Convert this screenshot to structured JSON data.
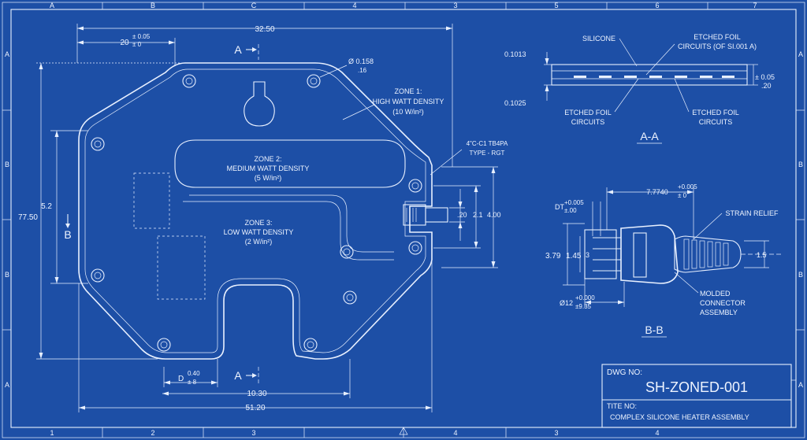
{
  "grid": {
    "columns": [
      "A",
      "B",
      "C",
      "4",
      "3",
      "5",
      "6",
      "7"
    ],
    "bottom_columns": [
      "1",
      "2",
      "3",
      "4",
      "3",
      "4"
    ],
    "rows": [
      "A",
      "B",
      "B",
      "A"
    ]
  },
  "main_view": {
    "dims": {
      "top_overall": "32.50",
      "top_offset": "20",
      "top_offset_tol_plus": "± 0.05",
      "top_offset_tol_minus": "± 0",
      "hole_dia": "Ø 0.158",
      "hole_dia_tol": ".16",
      "left_height": "5.2",
      "left_overall": "77.50",
      "bottom_d": "D",
      "bottom_d_tol_plus": "0.40",
      "bottom_d_tol_minus": "± 8",
      "bottom_mid": "10.30",
      "bottom_overall": "51.20",
      "tab_small": ".20",
      "tab_a": "2.1",
      "tab_b": "4.00"
    },
    "section_mark_a": "A",
    "section_mark_b": "B",
    "zone1": {
      "line1": "ZONE 1:",
      "line2": "HIGH WATT DENSITY",
      "line3": "(10 W/in²)"
    },
    "zone2": {
      "line1": "ZONE 2:",
      "line2": "MEDIUM WATT DENSITY",
      "line3": "(5 W/in²)"
    },
    "zone3": {
      "line1": "ZONE 3:",
      "line2": "LOW WATT DENSITY",
      "line3": "(2 W/in²)"
    },
    "callout_tab": {
      "line1": "4\"C-C1 TB4PA",
      "line2": "TYPE - RGT"
    }
  },
  "section_aa": {
    "title": "A-A",
    "label_silicone": "SILICONE",
    "label_etched_top_1": "ETCHED FOIL",
    "label_etched_top_2": "CIRCUITS (OF SI.001 A)",
    "label_etched_bl_1": "ETCHED FOIL",
    "label_etched_bl_2": "CIRCUITS",
    "label_etched_br_1": "ETCHED FOIL",
    "label_etched_br_2": "CIRCUITS",
    "dim_top": "0.1013",
    "dim_bottom": "0.1025",
    "dim_right": "± 0.05",
    "dim_right_2": ".20"
  },
  "section_bb": {
    "title": "B-B",
    "dim_top": "7.7740",
    "dim_top_tol_plus": "+0.005",
    "dim_top_tol_minus": "± 0",
    "dim_dt": "DT",
    "dim_dt_tol_plus": "+0.005",
    "dim_dt_tol_minus": "±.00",
    "dim_a": "3.79",
    "dim_b": "1.45",
    "dim_c": "3",
    "dim_bottom": "Ø12",
    "dim_bottom_tol_plus": "+0.000",
    "dim_bottom_tol_minus": "±9.35",
    "dim_right": "1.5",
    "label_strain": "STRAIN RELIEF",
    "label_molded_1": "MOLDED",
    "label_molded_2": "CONNECTOR",
    "label_molded_3": "ASSEMBLY"
  },
  "title_block": {
    "dwg_label": "DWG NO:",
    "dwg_number": "SH-ZONED-001",
    "title_label": "TITE NO:",
    "title_value": "COMPLEX SILICONE HEATER ASSEMBLY"
  },
  "colors": {
    "background": "#1d4fa6",
    "line": "#e8f0ff"
  }
}
